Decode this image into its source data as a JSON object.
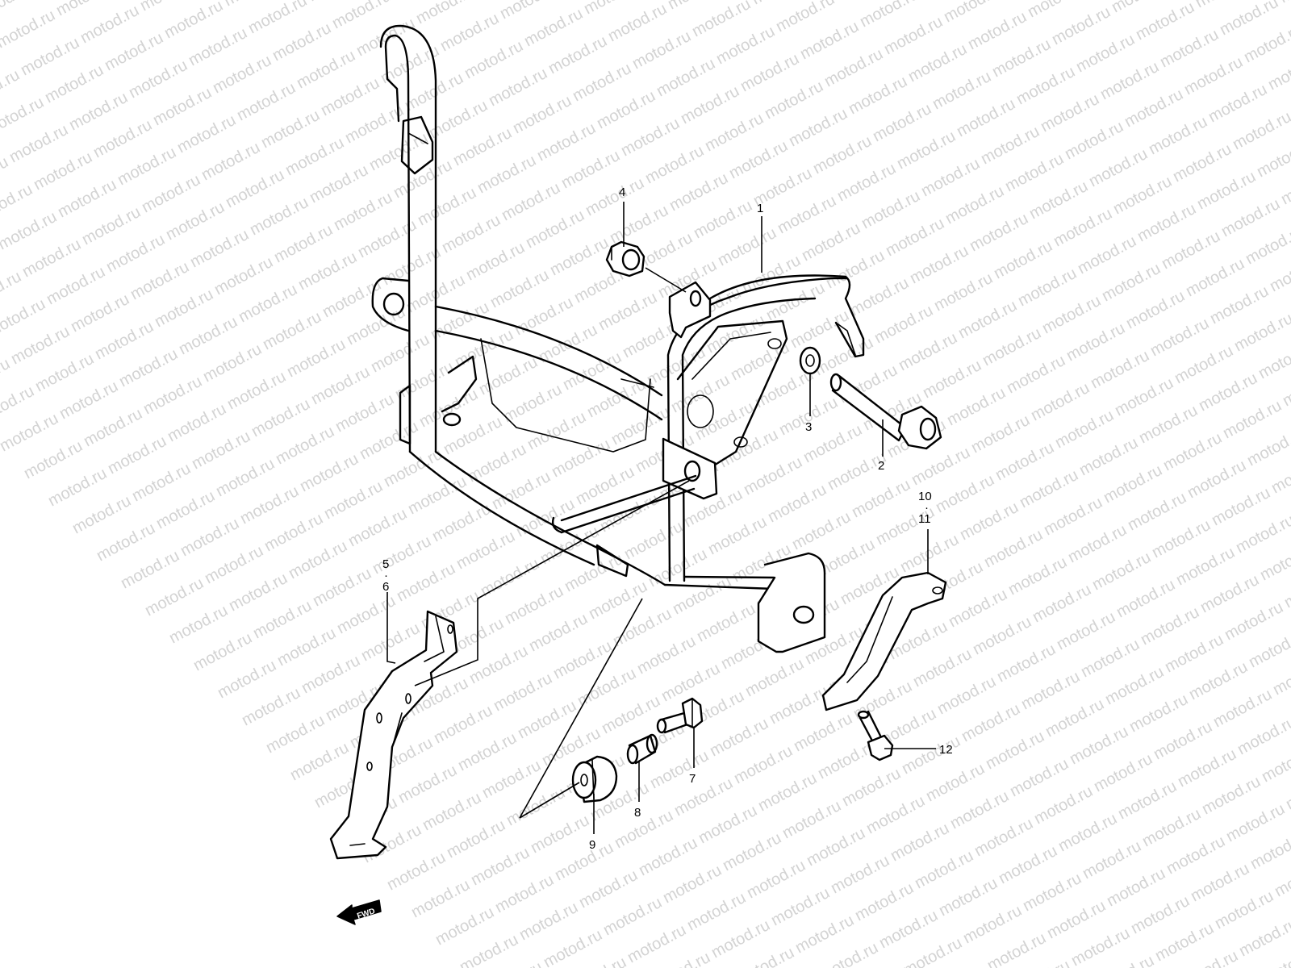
{
  "watermark": {
    "text": "motod.ru"
  },
  "callouts": {
    "c1": "1",
    "c2": "2",
    "c3": "3",
    "c4": "4",
    "c5": "5",
    "c5_sep": "·",
    "c6": "6",
    "c7": "7",
    "c8": "8",
    "c9": "9",
    "c10": "10",
    "c10_sep": "·",
    "c11": "11",
    "c12": "12"
  },
  "fwd_badge": {
    "text": "FWD",
    "icon": "forward-arrow-icon"
  }
}
